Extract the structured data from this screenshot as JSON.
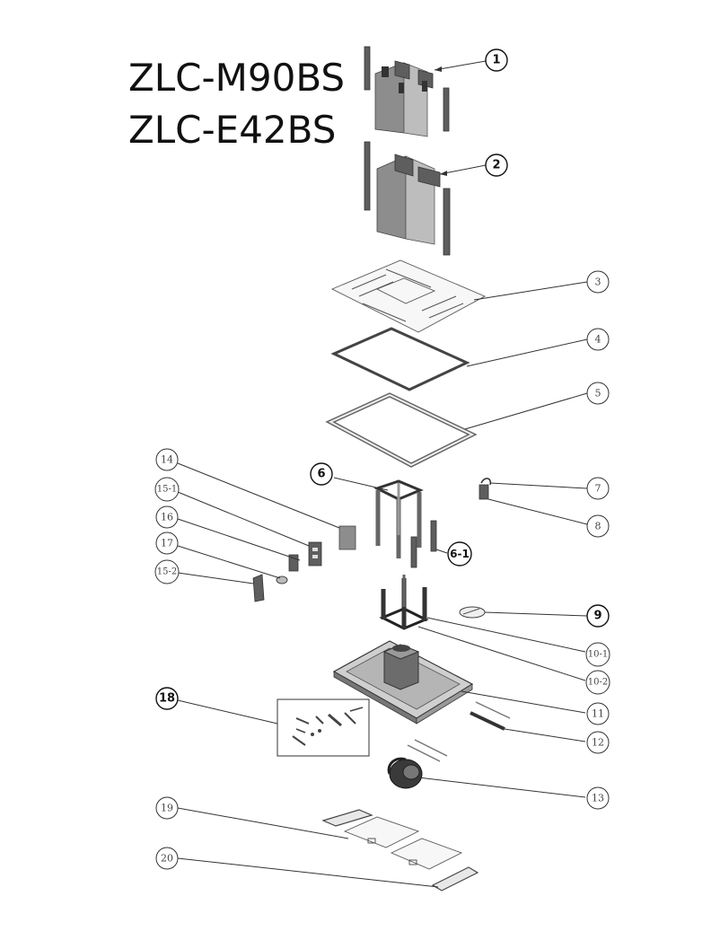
{
  "title": {
    "line1": "ZLC-M90BS",
    "line2": "ZLC-E42BS"
  },
  "callouts": [
    {
      "id": "c1",
      "label": "1"
    },
    {
      "id": "c2",
      "label": "2"
    },
    {
      "id": "c3",
      "label": "3"
    },
    {
      "id": "c4",
      "label": "4"
    },
    {
      "id": "c5",
      "label": "5"
    },
    {
      "id": "c6",
      "label": "6"
    },
    {
      "id": "c6_1",
      "label": "6-1"
    },
    {
      "id": "c7",
      "label": "7"
    },
    {
      "id": "c8",
      "label": "8"
    },
    {
      "id": "c9",
      "label": "9"
    },
    {
      "id": "c10_1",
      "label": "10-1"
    },
    {
      "id": "c10_2",
      "label": "10-2"
    },
    {
      "id": "c11",
      "label": "11"
    },
    {
      "id": "c12",
      "label": "12"
    },
    {
      "id": "c13",
      "label": "13"
    },
    {
      "id": "c14",
      "label": "14"
    },
    {
      "id": "c15_1",
      "label": "15-1"
    },
    {
      "id": "c16",
      "label": "16"
    },
    {
      "id": "c17",
      "label": "17"
    },
    {
      "id": "c15_2",
      "label": "15-2"
    },
    {
      "id": "c18",
      "label": "18"
    },
    {
      "id": "c19",
      "label": "19"
    },
    {
      "id": "c20",
      "label": "20"
    }
  ]
}
